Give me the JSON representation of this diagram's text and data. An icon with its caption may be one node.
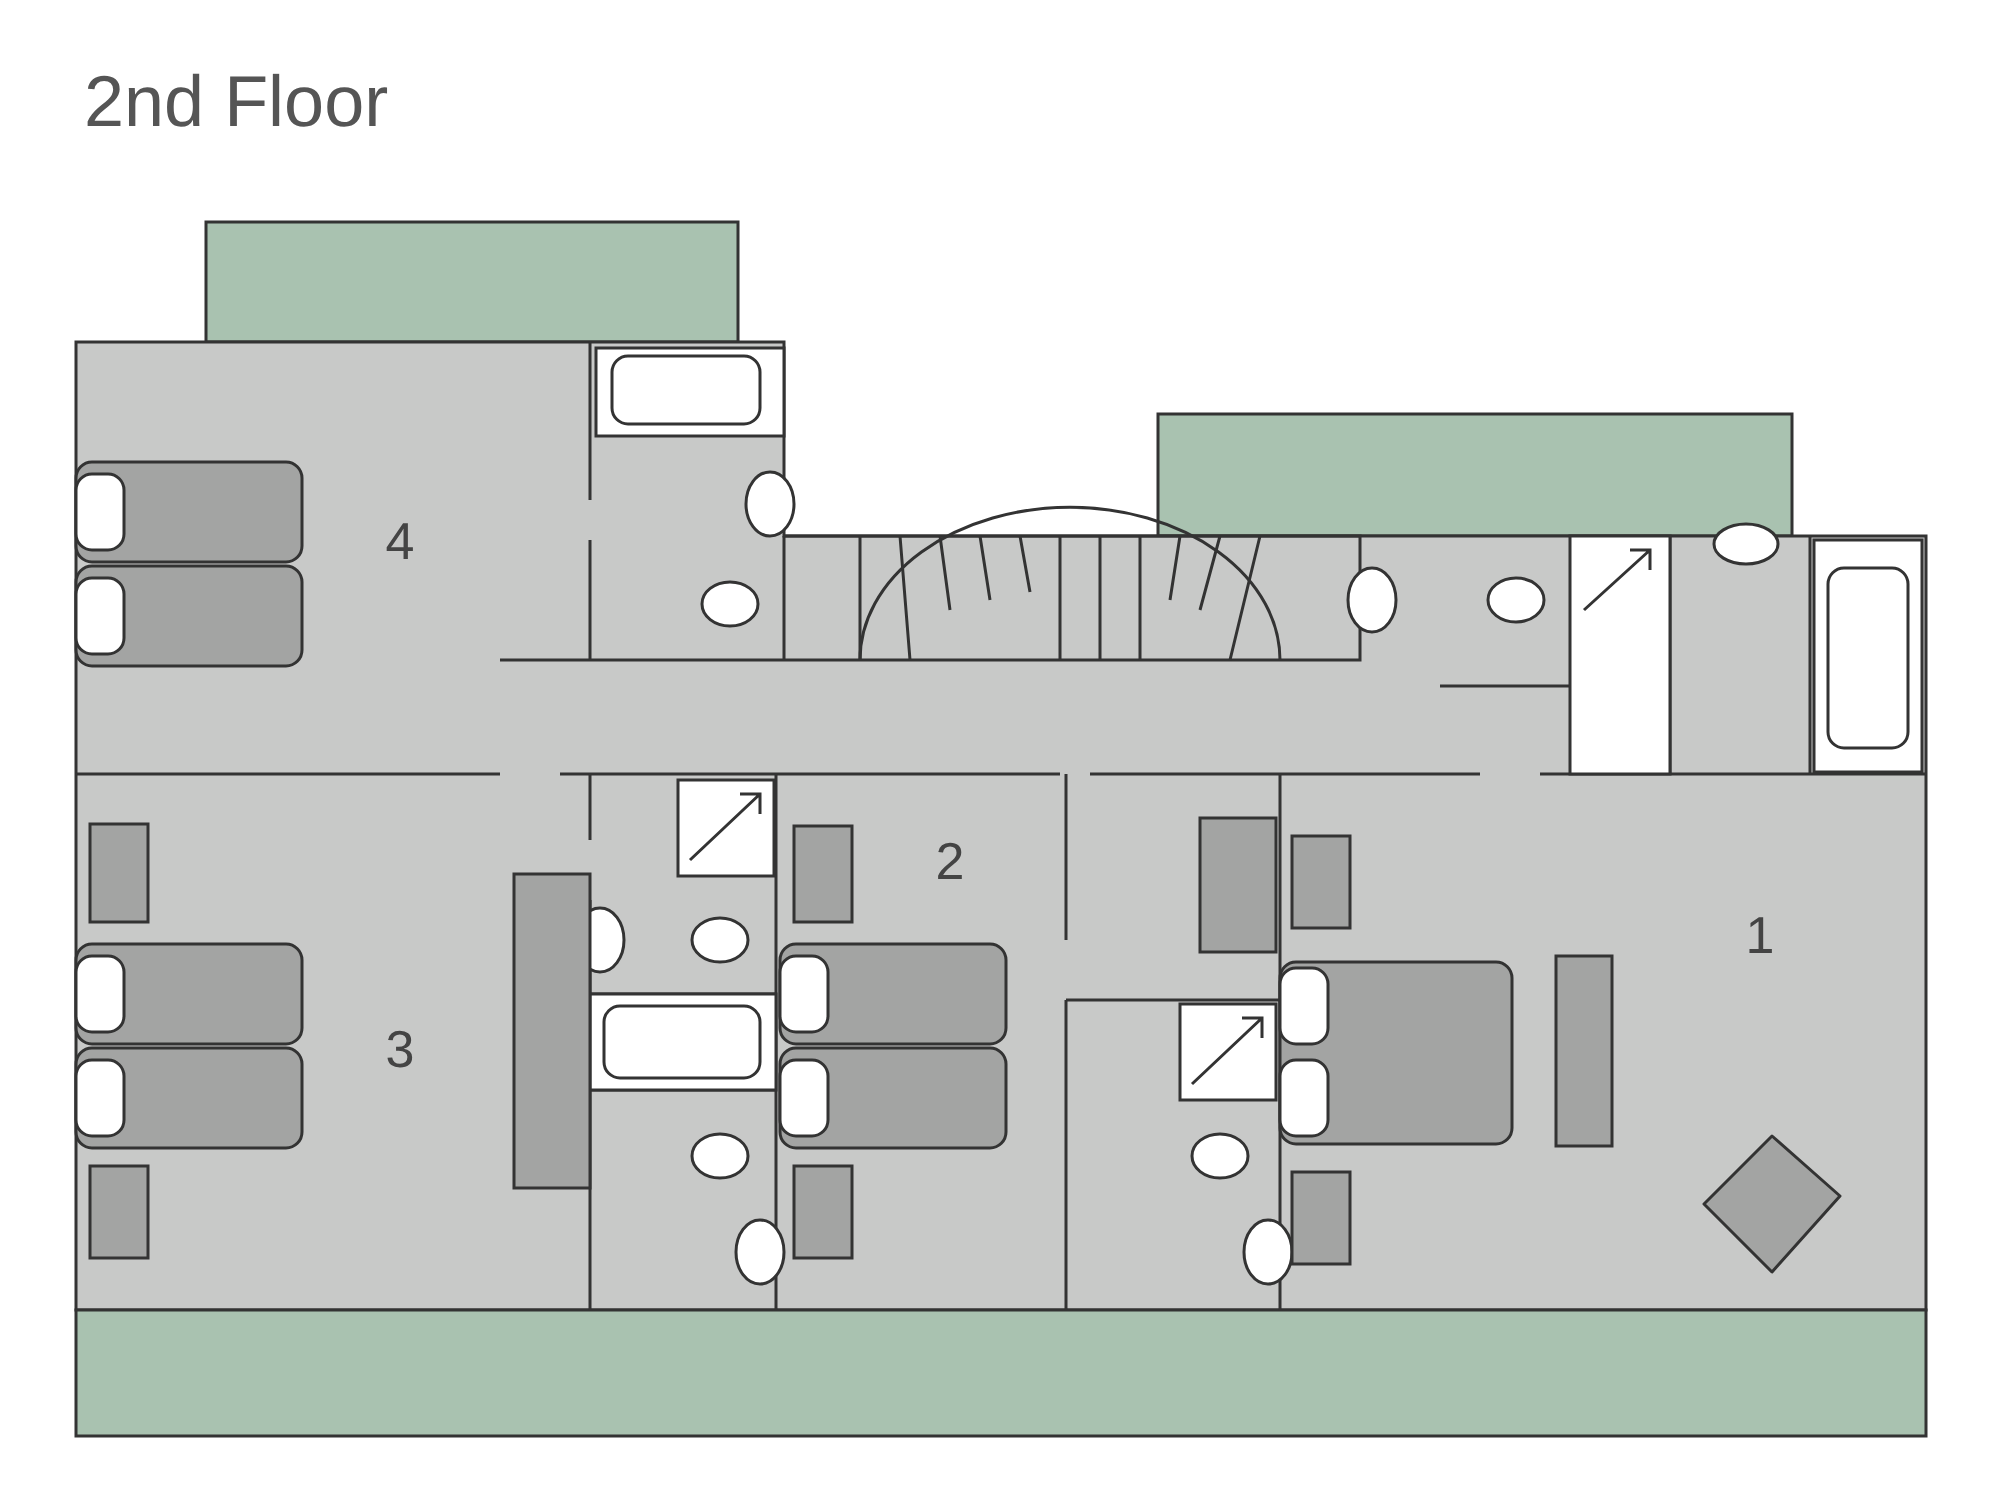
{
  "diagram": {
    "title": "2nd Floor",
    "labels": [
      "4",
      "2",
      "1",
      "3"
    ]
  }
}
